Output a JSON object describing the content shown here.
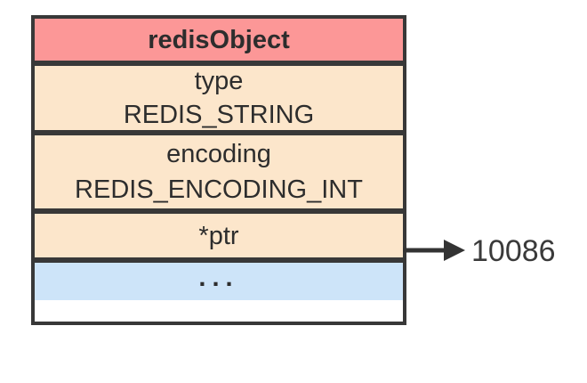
{
  "diagram": {
    "header": "redisObject",
    "rows": [
      {
        "lines": [
          "type",
          "REDIS_STRING"
        ]
      },
      {
        "lines": [
          "encoding",
          "REDIS_ENCODING_INT"
        ]
      },
      {
        "lines": [
          "*ptr"
        ]
      },
      {
        "lines": [
          "..."
        ]
      }
    ],
    "pointer": {
      "value": "10086"
    },
    "colors": {
      "header_bg": "#FC9797",
      "field_bg": "#FCE6CB",
      "ellipsis_bg": "#CDE4F9",
      "border": "#383838",
      "text": "#2D2D2D",
      "arrow": "#333333"
    }
  }
}
